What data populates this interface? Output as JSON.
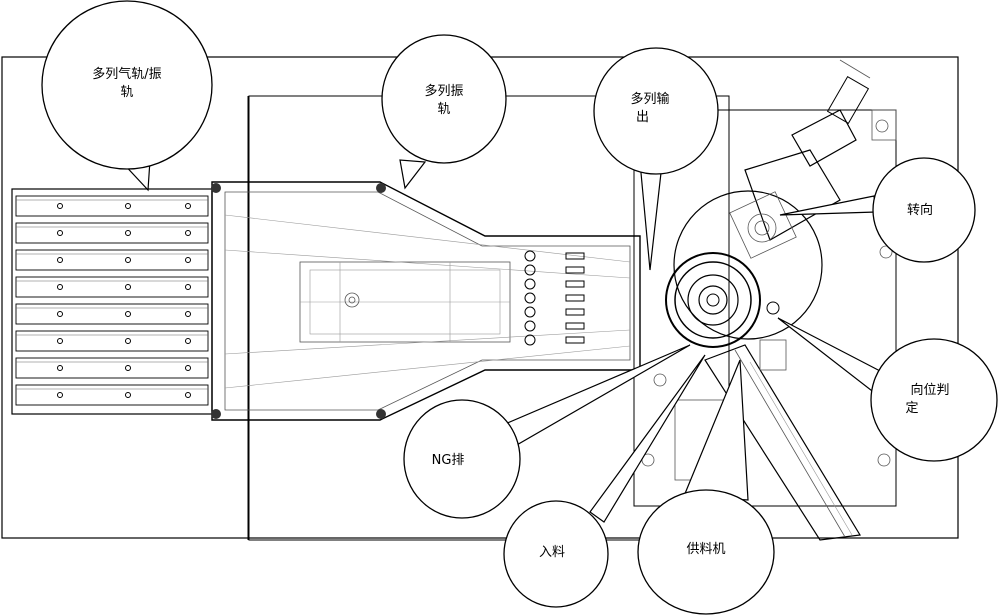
{
  "callouts": {
    "multi_air_rail": {
      "line1": "多列气轨/振",
      "line2": "轨"
    },
    "multi_vibro_rail": {
      "line1": "多列振",
      "line2": "轨"
    },
    "multi_output": {
      "line1": "多列输",
      "line2": "出"
    },
    "turning": {
      "line1": "转向"
    },
    "orientation_judge": {
      "line1": "向位判",
      "line2": "定"
    },
    "ng_discharge": {
      "line1": "NG排"
    },
    "feed_in": {
      "line1": "入料"
    },
    "feeder": {
      "line1": "供料机"
    }
  }
}
